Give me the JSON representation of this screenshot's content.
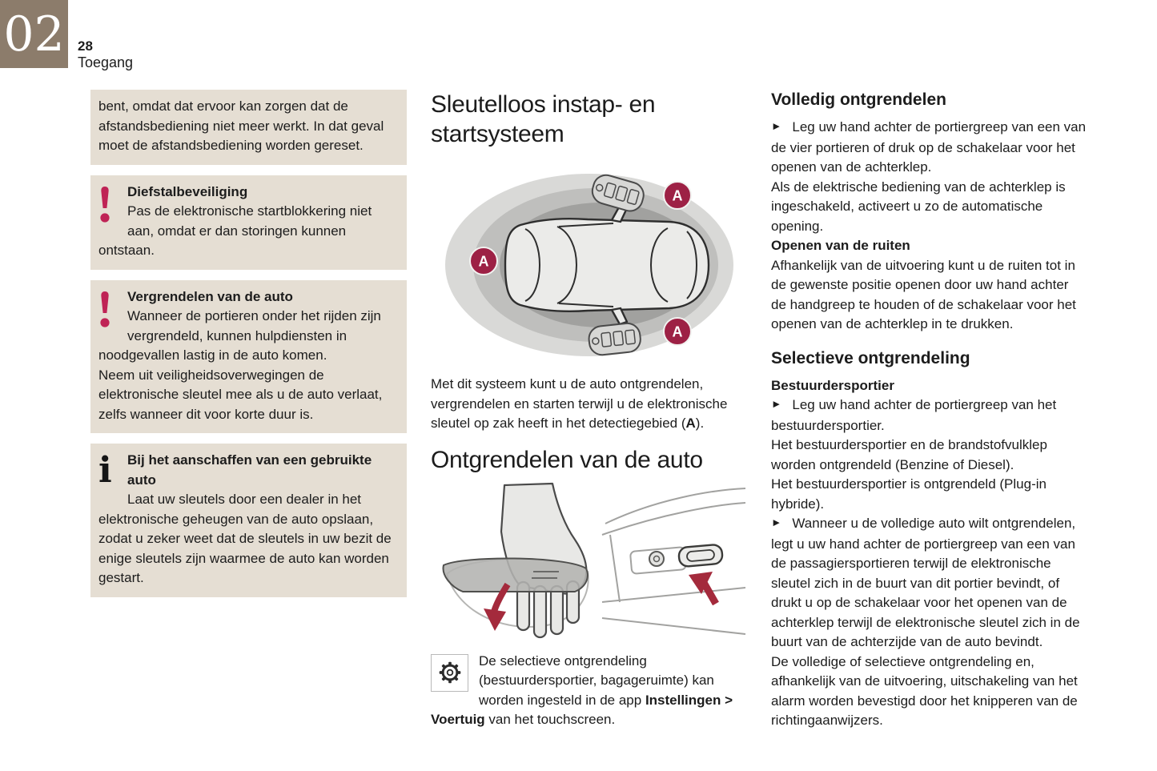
{
  "header": {
    "chapter_number": "02",
    "page_number": "28",
    "chapter_title": "Toegang"
  },
  "icons": {
    "warning": "!",
    "info": "i",
    "bullet": "►",
    "settings": "gear-cog",
    "marker_letter": "A"
  },
  "colors": {
    "chapter_box": "#8c7c6b",
    "note_background": "#e5ded3",
    "warning_icon": "#bf2355",
    "detection_marker": "#9d2145",
    "arrow": "#a42a3c"
  },
  "left_column": {
    "boxes": [
      {
        "kind": "plain",
        "text": "bent, omdat dat ervoor kan zorgen dat de afstandsbediening niet meer werkt. In dat geval moet de afstandsbediening worden gereset."
      },
      {
        "kind": "warning",
        "title": "Diefstalbeveiliging",
        "text": "Pas de elektronische startblokkering niet aan, omdat er dan storingen kunnen ontstaan."
      },
      {
        "kind": "warning",
        "title": "Vergrendelen van de auto",
        "text": "Wanneer de portieren onder het rijden zijn vergrendeld, kunnen hulpdiensten in noodgevallen lastig in de auto komen.",
        "text2": "Neem uit veiligheidsoverwegingen de elektronische sleutel mee als u de auto verlaat, zelfs wanneer dit voor korte duur is."
      },
      {
        "kind": "info",
        "title": "Bij het aanschaffen van een gebruikte auto",
        "text": "Laat uw sleutels door een dealer in het elektronische geheugen van de auto opslaan, zodat u zeker weet dat de sleutels in uw bezit de enige sleutels zijn waarmee de auto kan worden gestart."
      }
    ]
  },
  "middle_column": {
    "section_title": "Sleutelloos instap- en startsysteem",
    "diagram": {
      "marker_label": "A"
    },
    "intro": {
      "pre": "Met dit systeem kunt u de auto ontgrendelen, vergrendelen en starten terwijl u de elektronische sleutel op zak heeft in het detectiegebied (",
      "bold": "A",
      "post": ")."
    },
    "subsection_title": "Ontgrendelen van de auto",
    "settings_note": {
      "pre": "De selectieve ontgrendeling (bestuurdersportier, bagageruimte) kan worden ingesteld in de app ",
      "bold": "Instellingen > Voertuig",
      "post": " van het touchscreen."
    }
  },
  "right_column": {
    "section1": {
      "title": "Volledig ontgrendelen",
      "bullet1": "Leg uw hand achter de portiergreep van een van de vier portieren of druk op de schakelaar voor het openen van de achterklep.",
      "para1": "Als de elektrische bediening van de achterklep is ingeschakeld, activeert u zo de automatische opening.",
      "subheading": "Openen van de ruiten",
      "para2": "Afhankelijk van de uitvoering kunt u de ruiten tot in de gewenste positie openen door uw hand achter de handgreep te houden of de schakelaar voor het openen van de achterklep in te drukken."
    },
    "section2": {
      "title": "Selectieve ontgrendeling",
      "subheading": "Bestuurdersportier",
      "bullet1": "Leg uw hand achter de portiergreep van het bestuurdersportier.",
      "para1": "Het bestuurdersportier en de brandstofvulklep worden ontgrendeld (Benzine of Diesel).",
      "para2": "Het bestuurdersportier is ontgrendeld (Plug-in hybride).",
      "bullet2": "Wanneer u de volledige auto wilt ontgrendelen, legt u uw hand achter de portiergreep van een van de passagiersportieren terwijl de elektronische sleutel zich in de buurt van dit portier bevindt, of drukt u op de schakelaar voor het openen van de achterklep terwijl de elektronische sleutel zich in de buurt van de achterzijde van de auto bevindt.",
      "para3": "De volledige of selectieve ontgrendeling en, afhankelijk van de uitvoering, uitschakeling van het alarm worden bevestigd door het knipperen van de richtingaanwijzers."
    }
  }
}
